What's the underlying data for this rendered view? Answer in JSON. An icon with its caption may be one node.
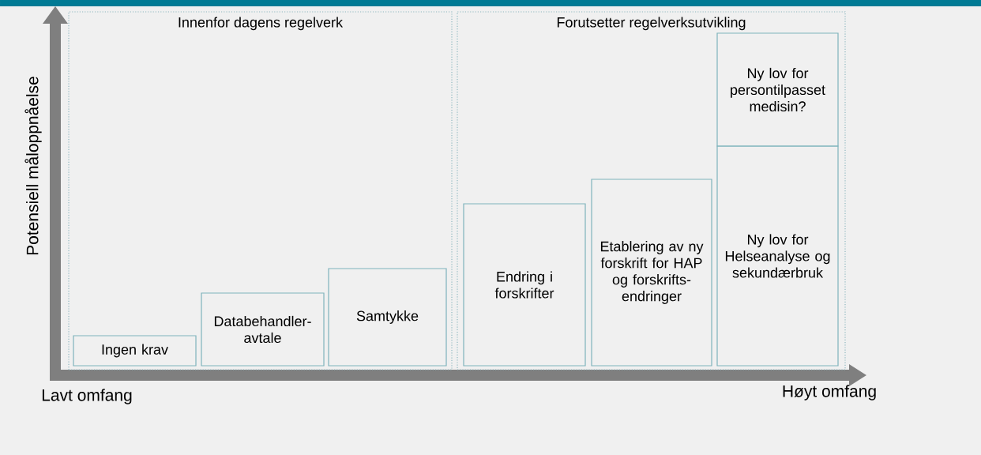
{
  "diagram": {
    "nodes": [
      {
        "text": [
          "Innenfor dagens regelverk"
        ]
      },
      {
        "text": [
          "Ingen krav"
        ],
        "in": 0
      },
      {
        "text": [
          "Databehandler- avtale"
        ],
        "in": 0
      },
      {
        "text": [
          "Samtykke"
        ],
        "in": 0
      },
      {
        "text": [
          "Forutsetter regelverksutvikling"
        ]
      },
      {
        "text": [
          "Endring i forskrifter"
        ],
        "in": 4
      },
      {
        "text": [
          "Etablering av ny forskrift for HAP og forskrifts- endringer"
        ],
        "in": 4
      },
      {
        "text": [
          "Ny lov for persontilpasset medisin?"
        ],
        "in": 4
      },
      {
        "text": [
          "Ny lov for Helseanalyse og sekundærbruk"
        ],
        "in": 4
      }
    ],
    "labels": [
      "Potensiell måloppnåelse",
      "Lavt omfang",
      "Høyt omfang"
    ]
  }
}
